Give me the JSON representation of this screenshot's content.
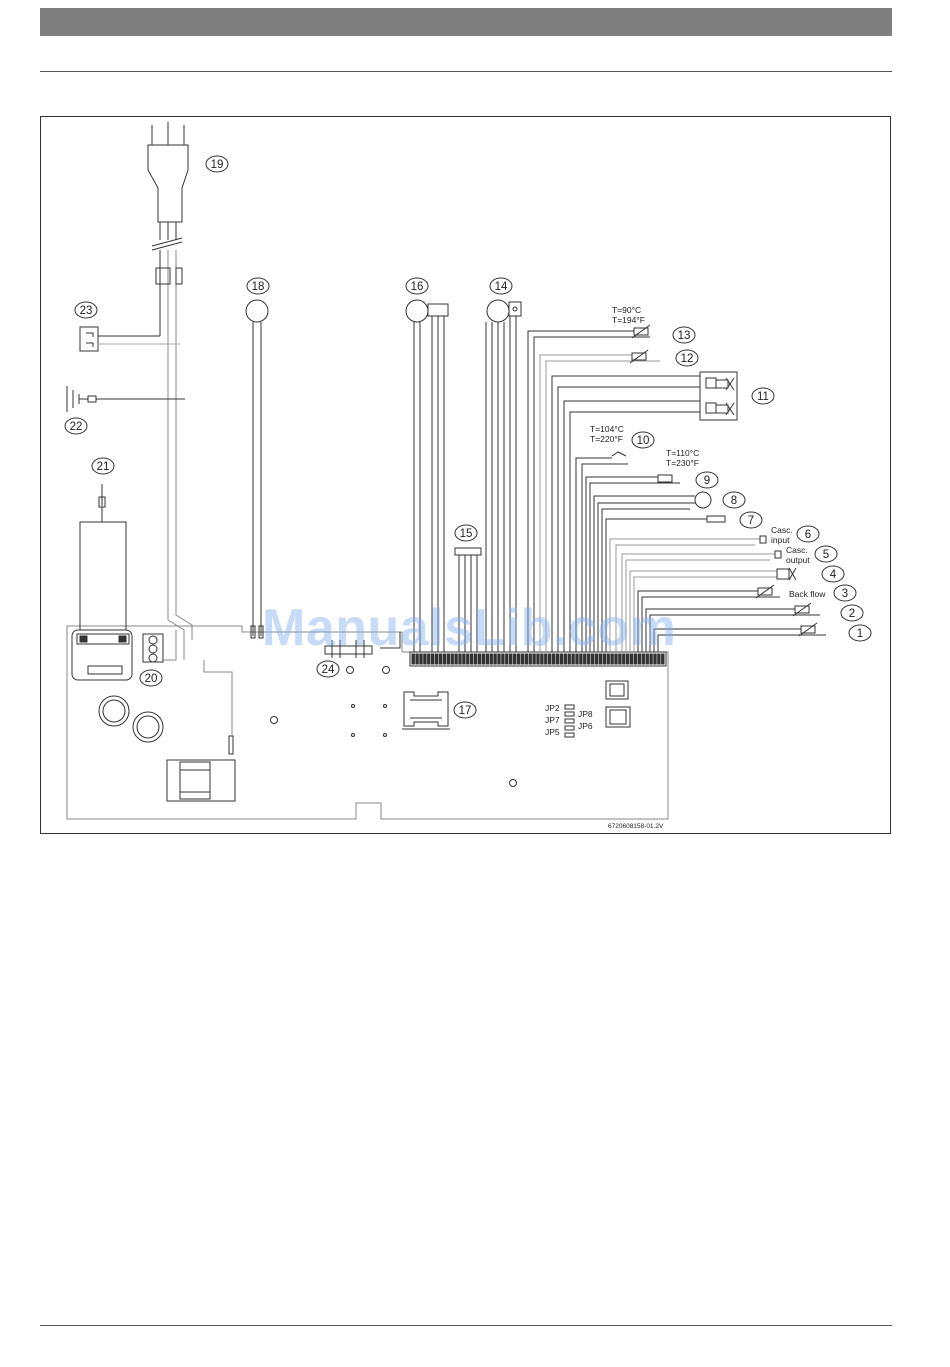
{
  "header": {
    "bar_color": "#7f7f7f"
  },
  "diagram": {
    "callouts": [
      {
        "id": "1",
        "text": "1"
      },
      {
        "id": "2",
        "text": "2"
      },
      {
        "id": "3",
        "text": "3"
      },
      {
        "id": "4",
        "text": "4"
      },
      {
        "id": "5",
        "text": "5"
      },
      {
        "id": "6",
        "text": "6"
      },
      {
        "id": "7",
        "text": "7"
      },
      {
        "id": "8",
        "text": "8"
      },
      {
        "id": "9",
        "text": "9"
      },
      {
        "id": "10",
        "text": "10"
      },
      {
        "id": "11",
        "text": "11"
      },
      {
        "id": "12",
        "text": "12"
      },
      {
        "id": "13",
        "text": "13"
      },
      {
        "id": "14",
        "text": "14"
      },
      {
        "id": "15",
        "text": "15"
      },
      {
        "id": "16",
        "text": "16"
      },
      {
        "id": "17",
        "text": "17"
      },
      {
        "id": "18",
        "text": "18"
      },
      {
        "id": "19",
        "text": "19"
      },
      {
        "id": "20",
        "text": "20"
      },
      {
        "id": "21",
        "text": "21"
      },
      {
        "id": "22",
        "text": "22"
      },
      {
        "id": "23",
        "text": "23"
      },
      {
        "id": "24",
        "text": "24"
      }
    ],
    "labels": {
      "t13_c": "T=90°C",
      "t13_f": "T=194°F",
      "t10_c": "T=104°C",
      "t10_f": "T=220°F",
      "t9_c": "T=110°C",
      "t9_f": "T=230°F",
      "casc_input_1": "Casc.",
      "casc_input_2": "input",
      "casc_output_1": "Casc.",
      "casc_output_2": "output",
      "back_flow": "Back flow",
      "jp2": "JP2",
      "jp7": "JP7",
      "jp5": "JP5",
      "jp8": "JP8",
      "jp6": "JP6",
      "ref_code": "6720608158-01.2V"
    }
  },
  "watermark": "ManualsLib.com"
}
